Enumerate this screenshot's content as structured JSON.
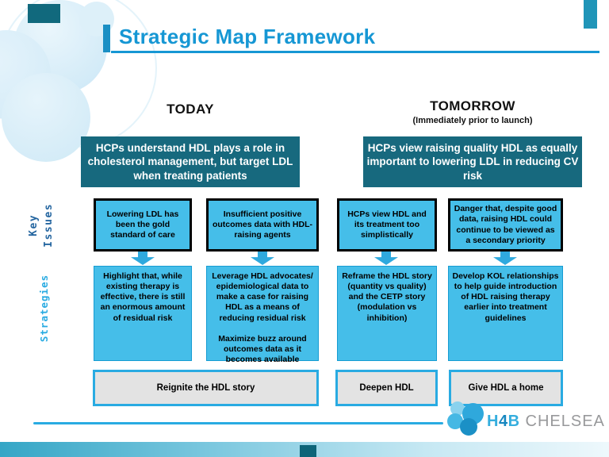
{
  "title": "Strategic Map Framework",
  "columns": {
    "today_label": "TODAY",
    "tomorrow_label": "TOMORROW",
    "tomorrow_subtitle": "(Immediately prior to launch)"
  },
  "beliefs": {
    "today": "HCPs understand  HDL plays a role in cholesterol management, but target LDL when treating patients",
    "tomorrow": "HCPs view raising quality HDL as equally important to lowering LDL in reducing CV risk"
  },
  "row_labels": {
    "key_line1": "Key",
    "key_line2": "Issues",
    "strategies": "Strategies"
  },
  "key_issues": [
    "Lowering LDL has been the gold standard of care",
    "Insufficient positive outcomes data with HDL-raising agents",
    "HCPs view HDL and its treatment  too simplistically",
    "Danger that, despite good data, raising HDL could continue to be viewed as a secondary priority"
  ],
  "strategies": [
    "Highlight that, while existing therapy is effective, there is still an enormous amount of residual risk",
    "Leverage HDL advocates/ epidemiological data to make a case for raising HDL as a means of reducing residual risk\n\nMaximize buzz around outcomes data as it becomes available",
    "Reframe the HDL story (quantity vs quality) and the CETP story (modulation vs inhibition)",
    "Develop KOL relationships to help guide introduction of HDL raising therapy earlier into treatment guidelines"
  ],
  "outcomes": [
    "Reignite the HDL story",
    "Deepen HDL",
    "Give HDL a home"
  ],
  "logo": {
    "h": "H",
    "four": "4",
    "b": "B",
    "name": "CHELSEA"
  },
  "colors": {
    "accent_cyan": "#29abe2",
    "title_blue": "#1697d4",
    "dark_teal": "#17697e",
    "box_cyan": "#45bee9",
    "outcome_gray": "#e3e3e3"
  }
}
